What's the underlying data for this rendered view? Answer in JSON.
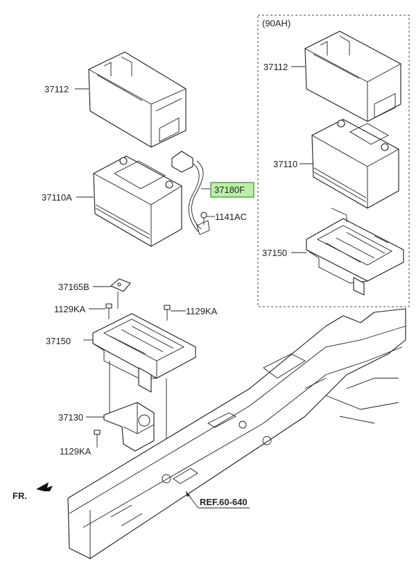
{
  "group_label": "(90AH)",
  "labels": {
    "tray_left": "37112",
    "battery_left": "37110A",
    "cable": "37180F",
    "bolt_cable": "1141AC",
    "clamp": "37165B",
    "bolt_a": "1129KA",
    "bolt_b": "1129KA",
    "tray_base_left": "37150",
    "bracket": "37130",
    "bolt_c": "1129KA",
    "tray_right": "37112",
    "battery_right": "37110",
    "tray_base_right": "37150"
  },
  "front_label": "FR.",
  "reference": "REF.60-640",
  "colors": {
    "highlight": "#b9f0a6",
    "line": "#1a1a1a"
  }
}
